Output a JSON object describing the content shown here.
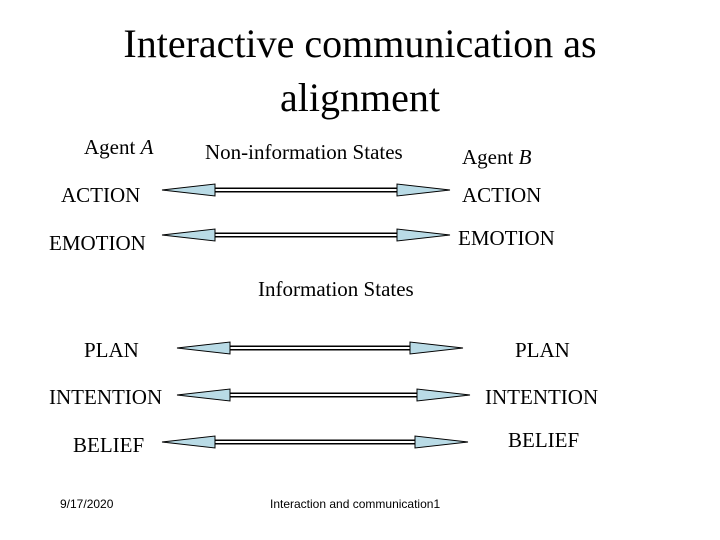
{
  "title": {
    "line1": "Interactive communication as",
    "line2": "alignment"
  },
  "headers": {
    "agent_a_prefix": "Agent ",
    "agent_a_letter": "A",
    "non_info": "Non-information  States",
    "agent_b_prefix": "Agent ",
    "agent_b_letter": "B",
    "info": "Information States"
  },
  "rows": {
    "action": {
      "left": "ACTION",
      "right": "ACTION"
    },
    "emotion": {
      "left": "EMOTION",
      "right": "EMOTION"
    },
    "plan": {
      "left": "PLAN",
      "right": "PLAN"
    },
    "intention": {
      "left": "INTENTION",
      "right": "INTENTION"
    },
    "belief": {
      "left": "BELIEF",
      "right": "BELIEF"
    }
  },
  "footer": {
    "date": "9/17/2020",
    "caption": "Interaction and communication",
    "page": "1"
  },
  "colors": {
    "arrowhead_fill": "#b9dbe6",
    "arrow_stroke": "#000000"
  }
}
